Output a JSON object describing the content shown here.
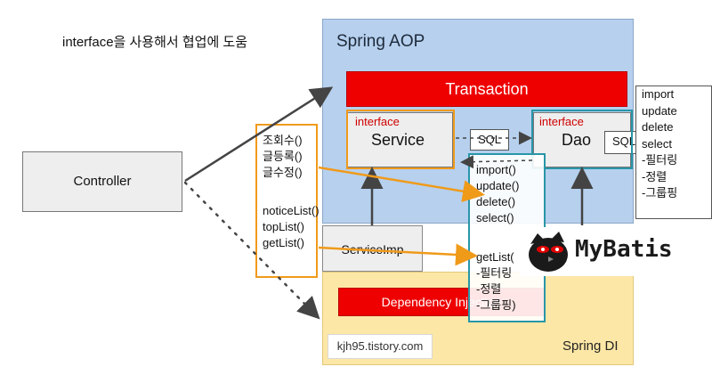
{
  "top_note": "interface을 사용해서 협업에 도움",
  "spring_aop": {
    "title": "Spring AOP"
  },
  "transaction": {
    "label": "Transaction"
  },
  "service": {
    "interface_label": "interface",
    "name": "Service"
  },
  "dao": {
    "interface_label": "interface",
    "name": "Dao"
  },
  "sql_label": "SQL",
  "controller": {
    "label": "Controller"
  },
  "service_imp": {
    "label": "ServiceImp"
  },
  "spring_di": {
    "title": "Spring DI",
    "dependency_injection": "Dependency Injection"
  },
  "service_methods_group1": [
    "조회수()",
    "글등록()",
    "글수정()"
  ],
  "service_methods_group2": [
    "noticeList()",
    "topList()",
    "getList()"
  ],
  "dao_methods": [
    "import()",
    "update()",
    "delete()",
    "select()"
  ],
  "dao_getlist": [
    "getList(",
    "-필터링",
    "-정렬",
    "-그룹핑)"
  ],
  "right_list": [
    "import",
    "update",
    "delete",
    "select",
    "-필터링",
    "-정렬",
    "-그룹핑"
  ],
  "mybatis": {
    "label": "MyBatis"
  },
  "watermark": "kjh95.tistory.com",
  "colors": {
    "aop_bg": "#b6d0ee",
    "di_bg": "#fde7a6",
    "red": "#ee0000",
    "orange": "#f09a1a",
    "teal": "#2896a8"
  }
}
